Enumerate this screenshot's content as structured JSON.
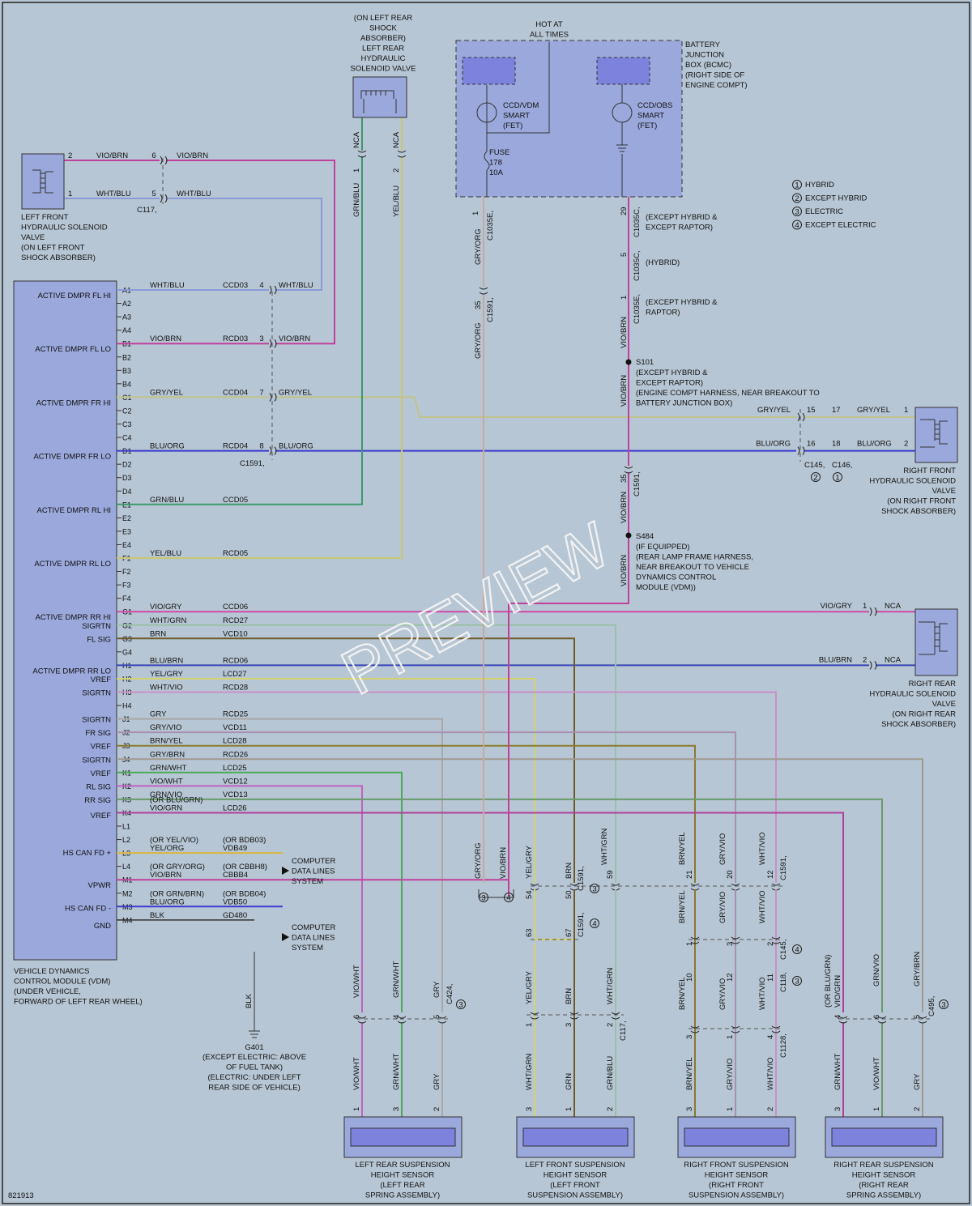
{
  "diagram_id": "821913",
  "watermark": "PREVIEW",
  "module": {
    "caption": [
      "VEHICLE DYNAMICS",
      "CONTROL MODULE (VDM)",
      "(UNDER VEHICLE,",
      "FORWARD OF LEFT REAR WHEEL)"
    ]
  },
  "pin_labels": [
    "A1",
    "A2",
    "A3",
    "A4",
    "B1",
    "B2",
    "B3",
    "B4",
    "C1",
    "C2",
    "C3",
    "C4",
    "D1",
    "D2",
    "D3",
    "D4",
    "E1",
    "E2",
    "E3",
    "E4",
    "F1",
    "F2",
    "F3",
    "F4",
    "G1",
    "G2",
    "G3",
    "G4",
    "H1",
    "H2",
    "H3",
    "H4",
    "J1",
    "J2",
    "J3",
    "J4",
    "K1",
    "K2",
    "K3",
    "K4",
    "L1",
    "L2",
    "L3",
    "L4",
    "M1",
    "M2",
    "M3",
    "M4"
  ],
  "signals": [
    {
      "pin": "A1",
      "text": "ACTIVE DMPR FL HI"
    },
    {
      "pin": "B1",
      "text": "ACTIVE DMPR FL LO"
    },
    {
      "pin": "C1",
      "text": "ACTIVE DMPR FR HI"
    },
    {
      "pin": "D1",
      "text": "ACTIVE DMPR FR LO"
    },
    {
      "pin": "E1",
      "text": "ACTIVE DMPR RL HI"
    },
    {
      "pin": "F1",
      "text": "ACTIVE DMPR RL LO"
    },
    {
      "pin": "G1",
      "text": "ACTIVE DMPR RR HI"
    },
    {
      "pin": "G2",
      "text": "SIGRTN"
    },
    {
      "pin": "G3",
      "text": "FL SIG"
    },
    {
      "pin": "H1",
      "text": "ACTIVE DMPR RR LO"
    },
    {
      "pin": "H2",
      "text": "VREF"
    },
    {
      "pin": "H3",
      "text": "SIGRTN"
    },
    {
      "pin": "J1",
      "text": "SIGRTN"
    },
    {
      "pin": "J2",
      "text": "FR SIG"
    },
    {
      "pin": "J3",
      "text": "VREF"
    },
    {
      "pin": "J4",
      "text": "SIGRTN"
    },
    {
      "pin": "K1",
      "text": "VREF"
    },
    {
      "pin": "K2",
      "text": "RL SIG"
    },
    {
      "pin": "K3",
      "text": "RR SIG"
    },
    {
      "pin": "K4",
      "text": "VREF"
    },
    {
      "pin": "L3",
      "text": "HS CAN FD +"
    },
    {
      "pin": "M1",
      "text": "VPWR"
    },
    {
      "pin": "M3",
      "text": "HS CAN FD -"
    },
    {
      "pin": "M4",
      "text": "GND"
    }
  ],
  "wires": [
    {
      "pin": "A1",
      "color": "WHT/BLU",
      "circuit": "CCD03",
      "cavity": "4",
      "far_color": "WHT/BLU",
      "hex": "#8a9ad8"
    },
    {
      "pin": "B1",
      "color": "VIO/BRN",
      "circuit": "RCD03",
      "cavity": "3",
      "far_color": "VIO/BRN",
      "hex": "#c0409a"
    },
    {
      "pin": "C1",
      "color": "GRY/YEL",
      "circuit": "CCD04",
      "cavity": "7",
      "far_color": "GRY/YEL",
      "hex": "#c0c48a"
    },
    {
      "pin": "D1",
      "color": "BLU/ORG",
      "circuit": "RCD04",
      "cavity": "8",
      "far_color": "BLU/ORG",
      "hex": "#3a3ad0"
    },
    {
      "pin": "E1",
      "color": "GRN/BLU",
      "circuit": "CCD05",
      "hex": "#3b9a6a"
    },
    {
      "pin": "F1",
      "color": "YEL/BLU",
      "circuit": "RCD05",
      "hex": "#c8c870"
    },
    {
      "pin": "G1",
      "color": "VIO/GRY",
      "circuit": "CCD06",
      "hex": "#d04aa8"
    },
    {
      "pin": "G2",
      "color": "WHT/GRN",
      "circuit": "RCD27",
      "hex": "#9ac0a8"
    },
    {
      "pin": "G3",
      "color": "BRN",
      "circuit": "VCD10",
      "hex": "#6e5a28"
    },
    {
      "pin": "H1",
      "color": "BLU/BRN",
      "circuit": "RCD06",
      "hex": "#3a46b8"
    },
    {
      "pin": "H2",
      "color": "YEL/GRY",
      "circuit": "LCD27",
      "hex": "#d4d46a"
    },
    {
      "pin": "H3",
      "color": "WHT/VIO",
      "circuit": "RCD28",
      "hex": "#c890c8"
    },
    {
      "pin": "J1",
      "color": "GRY",
      "circuit": "RCD25",
      "hex": "#a8a8a8"
    },
    {
      "pin": "J2",
      "color": "GRY/VIO",
      "circuit": "VCD11",
      "hex": "#a890b0"
    },
    {
      "pin": "J3",
      "color": "BRN/YEL",
      "circuit": "LCD28",
      "hex": "#8a7a30"
    },
    {
      "pin": "J4",
      "color": "GRY/BRN",
      "circuit": "RCD26",
      "hex": "#a09a90"
    },
    {
      "pin": "K1",
      "color": "GRN/WHT",
      "circuit": "LCD25",
      "hex": "#4aaa5a"
    },
    {
      "pin": "K2",
      "color": "VIO/WHT",
      "circuit": "VCD12",
      "hex": "#c060c0"
    },
    {
      "pin": "K3",
      "color": "GRN/VIO",
      "circuit": "VCD13",
      "hex": "#6a9a6a"
    },
    {
      "pin": "K4",
      "color": "VIO/GRN",
      "alt_color": "(OR BLU/GRN)",
      "circuit": "LCD26",
      "hex": "#b0409a"
    },
    {
      "pin": "L3",
      "color": "YEL/ORG",
      "alt_color": "(OR YEL/VIO)",
      "circuit": "VDB49",
      "alt_circuit": "(OR BDB03)",
      "hex": "#d8b840"
    },
    {
      "pin": "M1",
      "color": "VIO/BRN",
      "alt_color": "(OR GRY/ORG)",
      "circuit": "CBBB4",
      "alt_circuit": "(OR CBBH8)",
      "hex": "#c0409a"
    },
    {
      "pin": "M3",
      "color": "BLU/ORG",
      "alt_color": "(OR GRN/BRN)",
      "circuit": "VDB50",
      "alt_circuit": "(OR BDB04)",
      "hex": "#3a3ad0"
    },
    {
      "pin": "M4",
      "color": "BLK",
      "circuit": "GD480",
      "hex": "#333333"
    }
  ],
  "computer_data_lines": [
    "COMPUTER",
    "DATA LINES",
    "SYSTEM"
  ],
  "ground": {
    "id": "G401",
    "desc": [
      "(EXCEPT ELECTRIC: ABOVE",
      "OF FUEL TANK)",
      "(ELECTRIC: UNDER LEFT",
      "REAR SIDE OF VEHICLE)"
    ],
    "wire": "BLK"
  },
  "connectors": {
    "c117": "C117",
    "c1591": "C1591",
    "c145": "C145",
    "c146": "C146",
    "c1035e": "C1035E",
    "c1035c": "C1035C",
    "c424": "C424",
    "c495": "C495",
    "c118": "C118",
    "c1128": "C1128"
  },
  "left_front_valve": {
    "label": [
      "LEFT FRONT",
      "HYDRAULIC SOLENOID",
      "VALVE",
      "(ON LEFT FRONT",
      "SHOCK ABSORBER)"
    ],
    "pins": [
      {
        "valve_pin": "2",
        "color": "VIO/BRN",
        "c117_cav": "6",
        "far_color": "VIO/BRN"
      },
      {
        "valve_pin": "1",
        "color": "WHT/BLU",
        "c117_cav": "5",
        "far_color": "WHT/BLU"
      }
    ]
  },
  "left_rear_valve": {
    "label": [
      "(ON LEFT REAR",
      "SHOCK",
      "ABSORBER)",
      "LEFT REAR",
      "HYDRAULIC",
      "SOLENOID VALVE"
    ],
    "pins": [
      {
        "pin": "1",
        "color": "GRN/BLU",
        "nca": "NCA"
      },
      {
        "pin": "2",
        "color": "YEL/BLU",
        "nca": "NCA"
      }
    ]
  },
  "right_front_valve": {
    "label": [
      "RIGHT FRONT",
      "HYDRAULIC SOLENOID",
      "VALVE",
      "(ON RIGHT FRONT",
      "SHOCK ABSORBER)"
    ],
    "pins": [
      {
        "near": "GRY/YEL",
        "c145": "15",
        "c146": "17",
        "far": "GRY/YEL",
        "pin": "1"
      },
      {
        "near": "BLU/ORG",
        "c145": "16",
        "c146": "18",
        "far": "BLU/ORG",
        "pin": "2"
      }
    ],
    "notes": [
      "2",
      "1"
    ]
  },
  "right_rear_valve": {
    "label": [
      "RIGHT REAR",
      "HYDRAULIC SOLENOID",
      "VALVE",
      "(ON RIGHT REAR",
      "SHOCK ABSORBER)"
    ],
    "pins": [
      {
        "color": "VIO/GRY",
        "pin": "1",
        "nca": "NCA"
      },
      {
        "color": "BLU/BRN",
        "pin": "2",
        "nca": "NCA"
      }
    ]
  },
  "bjb": {
    "hot": [
      "HOT AT",
      "ALL TIMES"
    ],
    "label": [
      "BATTERY",
      "JUNCTION",
      "BOX (BCMC)",
      "(RIGHT SIDE OF",
      "ENGINE COMPT)"
    ],
    "ccd_vdm": [
      "CCD/VDM",
      "SMART",
      "(FET)"
    ],
    "ccd_obs": [
      "CCD/OBS",
      "SMART",
      "(FET)"
    ],
    "fuse": [
      "FUSE",
      "178",
      "10A"
    ],
    "pin_left": "1",
    "pin_right": "29"
  },
  "feed_left": {
    "wire": "GRY/ORG",
    "c1591_cav": "35",
    "wire2": "GRY/ORG"
  },
  "feed_right": {
    "c1035c_5": "5",
    "c1035e_1": "1",
    "note1": [
      "(EXCEPT HYBRID &",
      "EXCEPT RAPTOR)"
    ],
    "note2": "(HYBRID)",
    "note3": [
      "(EXCEPT HYBRID &",
      "RAPTOR)"
    ],
    "wire": "VIO/BRN",
    "s101": "S101",
    "s101_desc": [
      "(EXCEPT HYBRID &",
      "EXCEPT RAPTOR)",
      "(ENGINE COMPT HARNESS, NEAR BREAKOUT TO",
      "BATTERY JUNCTION BOX)"
    ],
    "c1591_cav": "35",
    "s484": "S484",
    "s484_desc": [
      "(IF EQUIPPED)",
      "(REAR LAMP FRAME HARNESS,",
      "NEAR BREAKOUT TO VEHICLE",
      "DYNAMICS CONTROL",
      "MODULE (VDM))"
    ]
  },
  "legend": [
    {
      "num": "1",
      "text": "HYBRID"
    },
    {
      "num": "2",
      "text": "EXCEPT HYBRID"
    },
    {
      "num": "3",
      "text": "ELECTRIC"
    },
    {
      "num": "4",
      "text": "EXCEPT ELECTRIC"
    }
  ],
  "bottom_feed": {
    "w1": "GRY/ORG",
    "w2": "VIO/BRN",
    "n1": "3",
    "n2": "4"
  },
  "bottom_vert_labels": {
    "yelgry": "YEL/GRY",
    "brn": "BRN",
    "whtgrn": "WHT/GRN",
    "brnyel": "BRN/YEL",
    "gryvio": "GRY/VIO",
    "whtvio": "WHT/VIO",
    "c54": "54",
    "c50": "50",
    "c59": "59",
    "c21": "21",
    "c20": "20",
    "c12": "12",
    "c63": "63",
    "c67": "67",
    "n3": "3",
    "n4": "4",
    "n1": "1",
    "r3": "3",
    "r2": "2",
    "c10": "10",
    "c12b": "12",
    "c11": "11",
    "c3": "3",
    "c1": "1",
    "c4": "4",
    "n4b": "4",
    "n3b": "3",
    "orblugrn": "(OR BLU/GRN)",
    "viogrn": "VIO/GRN",
    "grnvio": "GRN/VIO",
    "grybrn": "GRY/BRN",
    "k4": "4",
    "k6": "6",
    "k5": "5",
    "g6": "6",
    "g4": "4",
    "g5": "5",
    "n3c": "3",
    "viowht": "VIO/WHT",
    "grnwht": "GRN/WHT",
    "gry": "GRY",
    "yelgry2": "YEL/GRY",
    "brn2": "BRN",
    "whtgrn2": "WHT/GRN",
    "s1": "1",
    "s3": "3",
    "s2": "2",
    "brnyel2": "BRN/YEL",
    "gryvio2": "GRY/VIO",
    "whtvio2": "WHT/VIO"
  },
  "sensors": [
    {
      "label": [
        "LEFT REAR SUSPENSION",
        "HEIGHT SENSOR",
        "(LEFT REAR",
        "SPRING ASSEMBLY)"
      ],
      "wires": [
        "VIO/WHT",
        "GRN/WHT",
        "GRY"
      ],
      "pins": [
        "1",
        "3",
        "2"
      ]
    },
    {
      "label": [
        "LEFT FRONT SUSPENSION",
        "HEIGHT SENSOR",
        "(LEFT FRONT",
        "SUSPENSION ASSEMBLY)"
      ],
      "wires": [
        "WHT/GRN",
        "GRN",
        "GRN/BLU"
      ],
      "pins": [
        "3",
        "1",
        "2"
      ]
    },
    {
      "label": [
        "RIGHT FRONT SUSPENSION",
        "HEIGHT SENSOR",
        "(RIGHT FRONT",
        "SUSPENSION ASSEMBLY)"
      ],
      "wires": [
        "BRN/YEL",
        "GRY/VIO",
        "WHT/VIO"
      ],
      "pins": [
        "3",
        "1",
        "2"
      ]
    },
    {
      "label": [
        "RIGHT REAR SUSPENSION",
        "HEIGHT SENSOR",
        "(RIGHT REAR",
        "SPRING ASSEMBLY)"
      ],
      "wires": [
        "GRN/WHT",
        "VIO/WHT",
        "GRY"
      ],
      "pins": [
        "3",
        "1",
        "2"
      ]
    }
  ]
}
